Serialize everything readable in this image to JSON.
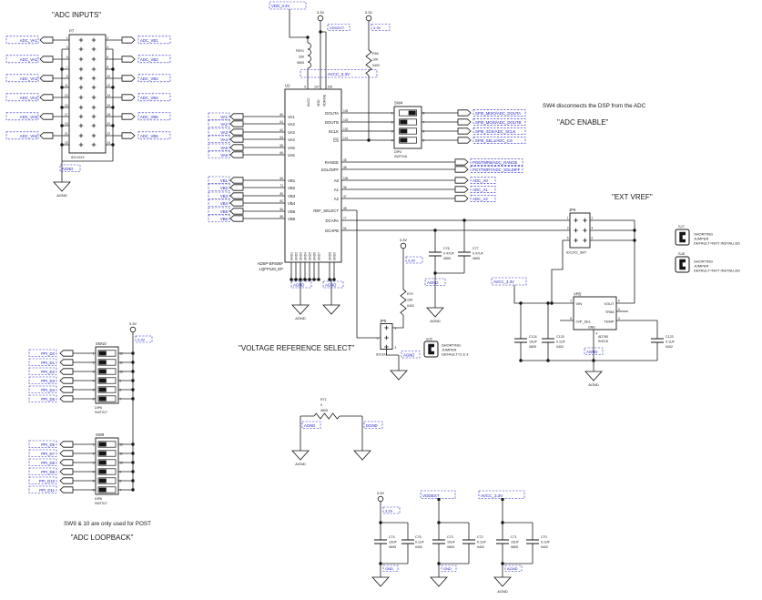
{
  "titles": {
    "adc_inputs": "\"ADC INPUTS\"",
    "adc_enable": "\"ADC ENABLE\"",
    "sw4_note": "SW4 disconnects the DSP from the ADC",
    "ext_vref": "\"EXT VREF\"",
    "vref_select": "\"VOLTAGE REFERENCE SELECT\"",
    "post_note": "SW9 & 10 are only used for POST",
    "adc_loopback": "\"ADC LOOPBACK\""
  },
  "power": {
    "v33": "3.3V",
    "agnd": "AGND",
    "gnd": "GND",
    "dgnd": "DGND",
    "avcc_net": "AVCC_3.3V",
    "vddext_net": "VDDEXT",
    "vdd33_net": "VDD_3.3V"
  },
  "p7": {
    "ref": "P7",
    "part": "IDC12X2",
    "pins": [
      "1",
      "2",
      "3",
      "4",
      "5",
      "6",
      "7",
      "8",
      "9",
      "10",
      "11",
      "12",
      "13",
      "14",
      "15",
      "16",
      "17",
      "18",
      "19",
      "20",
      "21",
      "22",
      "23",
      "24"
    ],
    "left": [
      "ADC_VA1",
      "ADC_VA2",
      "ADC_VA3",
      "ADC_VA4",
      "ADC_VA5",
      "ADC_VA6"
    ],
    "right": [
      "ADC_VB1",
      "ADC_VB2",
      "ADC_VB3",
      "ADC_VB4",
      "ADC_VB5",
      "ADC_VB6"
    ]
  },
  "fer1": {
    "ref": "FER1",
    "val": "330",
    "pkg": "0805"
  },
  "r59": {
    "ref": "R59",
    "val": "10K",
    "pkg": "0402"
  },
  "r70": {
    "ref": "R70",
    "val": "10K",
    "pkg": "0402"
  },
  "r71": {
    "ref": "R71",
    "val": "0",
    "pkg": "0805"
  },
  "u2": {
    "ref": "U2",
    "part": "ADSP-BF506F",
    "pkg": "LQFP120_EP",
    "top": [
      {
        "n": "AVCC",
        "p": "9"
      },
      {
        "n": "VDD",
        "p": "107"
      },
      {
        "n": "VDRIVE",
        "p": "108"
      }
    ],
    "va": [
      {
        "n": "VA1",
        "p": "60"
      },
      {
        "n": "VA2",
        "p": "61"
      },
      {
        "n": "VA3",
        "p": "62"
      },
      {
        "n": "VA4",
        "p": "64"
      },
      {
        "n": "VA5",
        "p": "65"
      },
      {
        "n": "VA6",
        "p": "66"
      }
    ],
    "vb": [
      {
        "n": "VB1",
        "p": "69"
      },
      {
        "n": "VB2",
        "p": "71"
      },
      {
        "n": "VB3",
        "p": "80"
      },
      {
        "n": "VB4",
        "p": "82"
      },
      {
        "n": "VB5",
        "p": "84"
      },
      {
        "n": "VB6",
        "p": "85"
      }
    ],
    "right": [
      {
        "n": "DOUTA",
        "p": "105"
      },
      {
        "n": "DOUTB",
        "p": "103"
      },
      {
        "n": "SCLK",
        "p": "102"
      },
      {
        "n": "CS",
        "p": "101"
      },
      {
        "n": "RANGE",
        "p": "45"
      },
      {
        "n": "SGL/DIFF",
        "p": "46"
      },
      {
        "n": "A0",
        "p": "106"
      },
      {
        "n": "A1",
        "p": "36"
      },
      {
        "n": "A2",
        "p": "47"
      },
      {
        "n": "REF_SELECT",
        "p": "48"
      },
      {
        "n": "DCAPA",
        "p": "77"
      },
      {
        "n": "DCAPB",
        "p": "94"
      }
    ],
    "gnd": [
      "GND1",
      "GND2",
      "GND3",
      "GND4",
      "GND5",
      "GND6",
      "GND7"
    ],
    "gnd2": [
      "GND8",
      "GND9"
    ]
  },
  "sw4": {
    "ref": "SW4",
    "pkg": "DIP4",
    "part": "SWT016",
    "lp": [
      "1",
      "2",
      "3",
      "4"
    ],
    "rp": [
      "8",
      "7",
      "6",
      "5"
    ]
  },
  "nets": {
    "douta": "SPI0_MISO/ADC_DOUTA",
    "doutb": "SPI0_MOSI/ADC_DOUTB",
    "sclk": "SPI0_SCK/ADC_SCLK",
    "cs": "SPI0_SEL1/ADC_CS",
    "range": "PG6/TMR6/ADC_RANGE",
    "sgl": "PG7/TMR7/ADC_SGLDIFF",
    "a0": "ADC_A0",
    "a1": "ADC_A1",
    "a2": "ADC_A2"
  },
  "jp6": {
    "ref": "JP6",
    "part": "IDC3X2_SMT",
    "pins": [
      "1",
      "2",
      "3",
      "4",
      "5",
      "6"
    ]
  },
  "jp5": {
    "ref": "JP5",
    "part": "IDC3X1",
    "pins": [
      "1",
      "2",
      "3"
    ]
  },
  "vr5": {
    "ref": "VR5",
    "part": "AD780",
    "pkg": "SOIC8",
    "vin": "VIN",
    "vout": "VOUT",
    "trim": "TRIM",
    "opsel": "O/P_SEL",
    "temp": "TEMP",
    "gnd": "GND",
    "p_vin": "2",
    "p_vout": "6",
    "p_trim": "5",
    "p_opsel": "8",
    "p_temp": "3",
    "p_gnd": "4"
  },
  "sj": {
    "sj7": "SJ7",
    "sj8": "SJ8",
    "sj2": "SJ2",
    "l1": "SHORTING",
    "l2": "JUMPER",
    "l3": "DEFAULT=NOT INSTALLED",
    "l3b": "DEFAULT=2 & 3"
  },
  "caps": {
    "c76": {
      "r": "C76",
      "v": "0.47UF",
      "p": "0805"
    },
    "c77": {
      "r": "C77",
      "v": "0.47UF",
      "p": "0805"
    },
    "c124": {
      "r": "C124",
      "v": "10UF",
      "p": "0805"
    },
    "c125": {
      "r": "C125",
      "v": "0.1UF",
      "p": "0402"
    },
    "c123": {
      "r": "C123",
      "v": "0.1UF",
      "p": "0402"
    },
    "c74": {
      "r": "C74",
      "v": "10UF",
      "p": "0805"
    },
    "c75": {
      "r": "C75",
      "v": "0.1UF",
      "p": "0402"
    },
    "c73": {
      "r": "C73",
      "v": "10UF",
      "p": "0805"
    },
    "c72": {
      "r": "C72",
      "v": "0.1UF",
      "p": "0402"
    },
    "c71": {
      "r": "C71",
      "v": "10UF",
      "p": "0805"
    },
    "c70": {
      "r": "C70",
      "v": "0.1UF",
      "p": "0402"
    }
  },
  "sw10": {
    "ref": "SW10",
    "pkg": "DIP6",
    "part": "SWT017",
    "lp": [
      "1",
      "2",
      "3",
      "4",
      "5",
      "6"
    ],
    "rp": [
      "12",
      "11",
      "10",
      "9",
      "8",
      "7"
    ],
    "labels": [
      "PPI_D0",
      "PPI_D1",
      "PPI_D2",
      "PPI_D3",
      "PPI_D4",
      "PPI_D5"
    ]
  },
  "sw9": {
    "ref": "SW9",
    "pkg": "DIP6",
    "part": "SWT017",
    "labels": [
      "PPI_D6",
      "PPI_D7",
      "PPI_D8",
      "PPI_D9",
      "PPI_D10",
      "PPI_D11"
    ]
  }
}
